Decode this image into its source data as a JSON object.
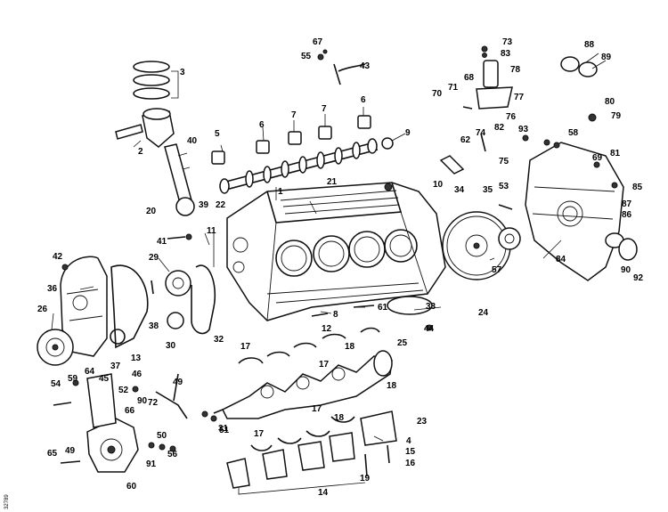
{
  "figure": {
    "side_code": "32789",
    "callouts": [
      "1",
      "2",
      "3",
      "4",
      "5",
      "6",
      "6",
      "7",
      "7",
      "8",
      "9",
      "10",
      "11",
      "12",
      "13",
      "14",
      "15",
      "16",
      "17",
      "17",
      "17",
      "17",
      "18",
      "18",
      "18",
      "19",
      "20",
      "21",
      "22",
      "23",
      "24",
      "25",
      "26",
      "29",
      "30",
      "31",
      "32",
      "33",
      "34",
      "35",
      "36",
      "37",
      "38",
      "39",
      "40",
      "41",
      "42",
      "43",
      "44",
      "45",
      "46",
      "49",
      "49",
      "50",
      "51",
      "52",
      "53",
      "54",
      "55",
      "56",
      "57",
      "58",
      "59",
      "60",
      "61",
      "62",
      "64",
      "65",
      "66",
      "67",
      "68",
      "69",
      "70",
      "71",
      "72",
      "73",
      "74",
      "75",
      "76",
      "77",
      "78",
      "79",
      "80",
      "81",
      "82",
      "83",
      "84",
      "85",
      "86",
      "87",
      "88",
      "89",
      "90",
      "90",
      "91",
      "92",
      "93"
    ]
  }
}
